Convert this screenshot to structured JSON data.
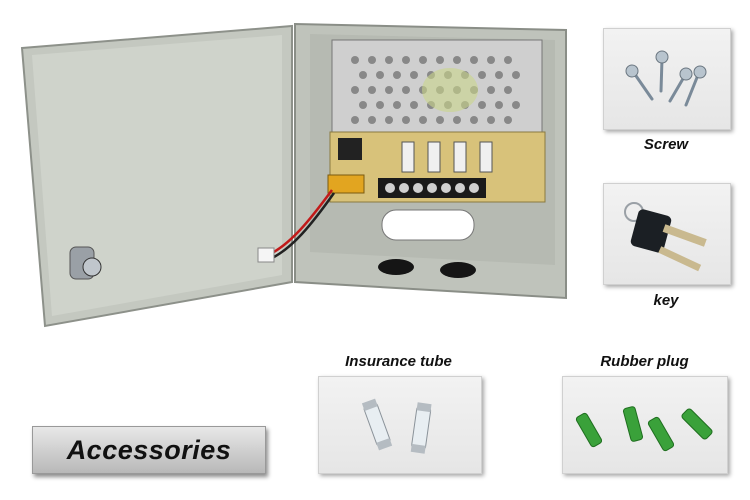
{
  "product": {
    "name": "power-supply-box",
    "colors": {
      "enclosure": "#c9cdc6",
      "terminal-block": "#1a1a1a",
      "pcb": "#d8c27a"
    }
  },
  "accessories": {
    "title": "Accessories",
    "items": [
      {
        "label": "Screw",
        "icon": "screw-icon"
      },
      {
        "label": "key",
        "icon": "key-icon"
      },
      {
        "label": "Insurance tube",
        "icon": "fuse-icon"
      },
      {
        "label": "Rubber plug",
        "icon": "plug-icon"
      }
    ]
  }
}
